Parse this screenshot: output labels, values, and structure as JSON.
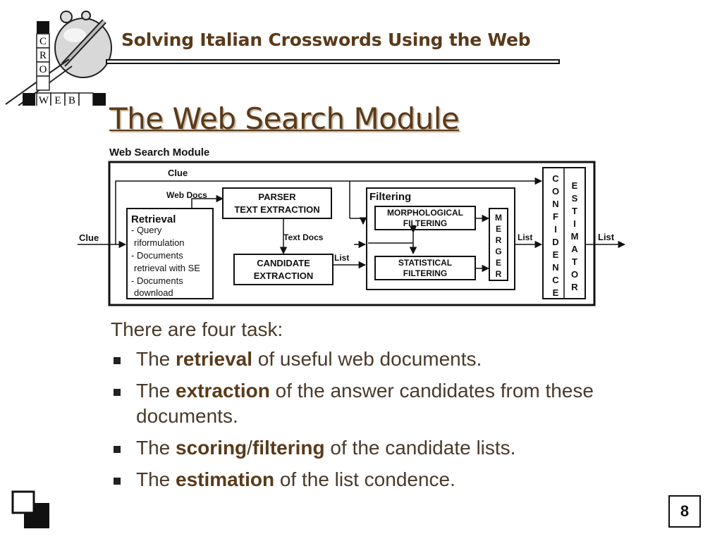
{
  "header": {
    "title": "Solving Italian Crosswords Using the Web",
    "logo_letters": [
      "C",
      "R",
      "O",
      "W",
      "E",
      "B"
    ]
  },
  "slide": {
    "title": "The Web Search Module",
    "page_number": "8"
  },
  "diagram": {
    "title": "Web Search Module",
    "labels": {
      "clue_input": "Clue",
      "clue_top": "Clue",
      "web_docs": "Web Docs",
      "text_docs": "Text Docs",
      "list_candidate": "List",
      "list_merger": "List",
      "list_output": "List"
    },
    "retrieval": {
      "title": "Retrieval",
      "lines": [
        "- Query",
        "riformulation",
        "- Documents",
        "retrieval with SE",
        "- Documents",
        "download"
      ]
    },
    "parser": [
      "PARSER",
      "TEXT EXTRACTION"
    ],
    "candidate": [
      "CANDIDATE",
      "EXTRACTION"
    ],
    "filtering": {
      "title": "Filtering",
      "morphological": [
        "MORPHOLOGICAL",
        "FILTERING"
      ],
      "statistical": [
        "STATISTICAL",
        "FILTERING"
      ]
    },
    "merger": [
      "M",
      "E",
      "R",
      "G",
      "E",
      "R"
    ],
    "confidence": [
      "C",
      "O",
      "N",
      "F",
      "I",
      "D",
      "E",
      "N",
      "C",
      "E"
    ],
    "estimator": [
      "E",
      "S",
      "T",
      "I",
      "M",
      "A",
      "T",
      "O",
      "R"
    ]
  },
  "content": {
    "intro": "There are four task:",
    "bullets": [
      {
        "pre": "The ",
        "b1": "retrieval",
        "mid": "",
        "b2": "",
        "post": " of useful web documents."
      },
      {
        "pre": "The ",
        "b1": "extraction",
        "mid": "",
        "b2": "",
        "post": " of the answer candidates from these documents."
      },
      {
        "pre": "The ",
        "b1": "scoring",
        "mid": "/",
        "b2": "filtering",
        "post": " of the candidate lists."
      },
      {
        "pre": "The ",
        "b1": "estimation",
        "mid": "",
        "b2": "",
        "post": " of the list condence."
      }
    ]
  }
}
